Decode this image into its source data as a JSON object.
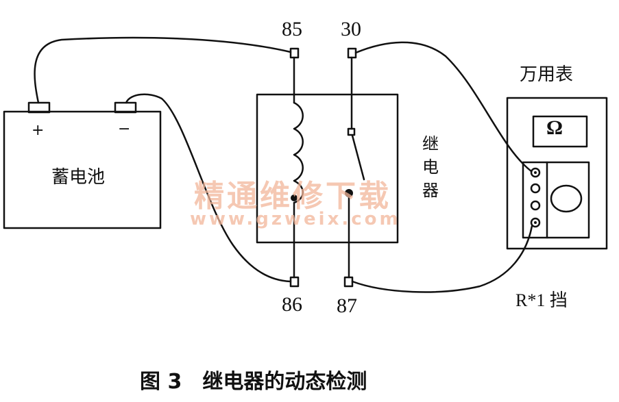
{
  "terminals": {
    "t85": "85",
    "t30": "30",
    "t86": "86",
    "t87": "87"
  },
  "battery": {
    "label": "蓄电池",
    "plus": "+",
    "minus": "−"
  },
  "relay": {
    "label_chars": [
      "继",
      "电",
      "器"
    ]
  },
  "meter": {
    "title": "万用表",
    "display": "Ω",
    "range": "R*1  挡"
  },
  "watermark": {
    "text": "精通维修下载",
    "url": "www.gzweix.com"
  },
  "caption": "图 3　继电器的动态检测",
  "colors": {
    "line": "#111111",
    "watermark": "#f2b69a"
  }
}
